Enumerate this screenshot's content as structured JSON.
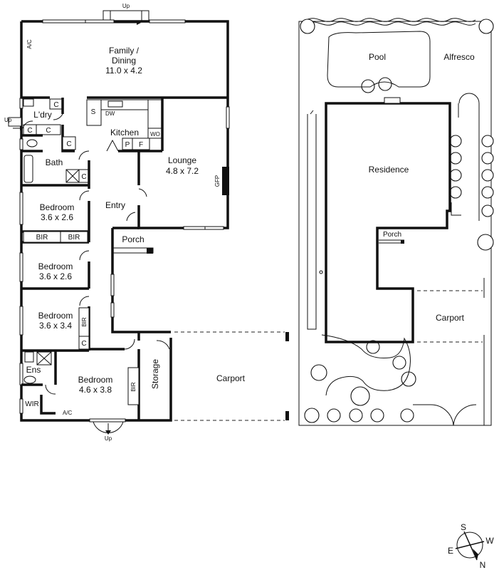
{
  "floorplan": {
    "rooms": {
      "family": {
        "name": "Family /",
        "name2": "Dining",
        "size": "11.0 x 4.2"
      },
      "laundry": {
        "name": "L'dry"
      },
      "kitchen": {
        "name": "Kitchen"
      },
      "lounge": {
        "name": "Lounge",
        "size": "4.8 x 7.2"
      },
      "bath": {
        "name": "Bath"
      },
      "entry": {
        "name": "Entry"
      },
      "porch": {
        "name": "Porch"
      },
      "bedroom1": {
        "name": "Bedroom",
        "size": "3.6 x 2.6"
      },
      "bedroom2": {
        "name": "Bedroom",
        "size": "3.6 x 2.6"
      },
      "bedroom3": {
        "name": "Bedroom",
        "size": "3.6 x 3.4"
      },
      "bedroom4": {
        "name": "Bedroom",
        "size": "4.6 x 3.8"
      },
      "ensuite": {
        "name": "Ens"
      },
      "wir": {
        "name": "WIR"
      },
      "storage": {
        "name": "Storage"
      },
      "carport": {
        "name": "Carport"
      }
    },
    "fixtures": {
      "ac": "A/C",
      "cupboard": "C",
      "bir": "BIR",
      "sink": "S",
      "dishwasher": "DW",
      "wall_oven": "WO",
      "pantry": "P",
      "fridge": "F",
      "gfp": "GFP"
    },
    "stairs": {
      "up": "Up"
    }
  },
  "siteplan": {
    "pool": "Pool",
    "alfresco": "Alfresco",
    "residence": "Residence",
    "porch": "Porch",
    "carport": "Carport"
  },
  "compass": {
    "s": "S",
    "w": "W",
    "e": "E",
    "n": "N"
  }
}
